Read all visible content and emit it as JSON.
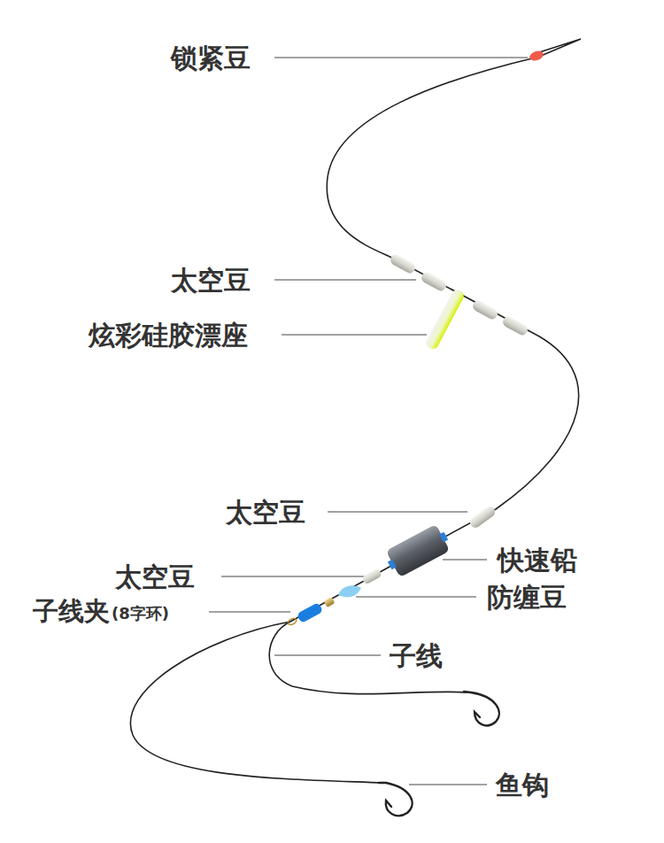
{
  "diagram": {
    "labels": [
      "锁紧豆",
      "太空豆",
      "炫彩硅胶漂座",
      "太空豆",
      "快速铅",
      "太空豆",
      "防缠豆",
      "子线夹",
      "(8字环)",
      "子线",
      "鱼钩"
    ]
  }
}
